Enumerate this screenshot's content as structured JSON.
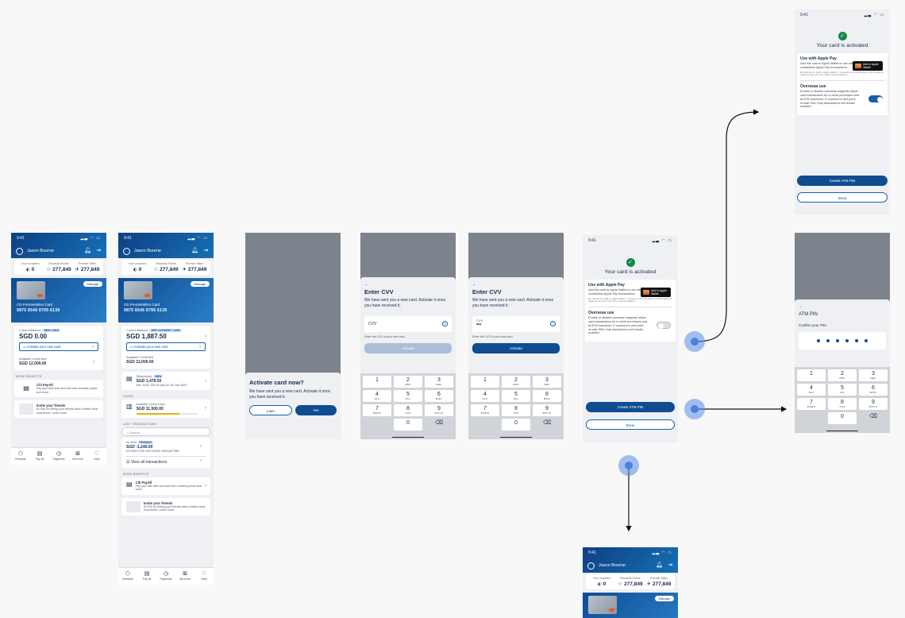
{
  "status_time": "9:41",
  "home": {
    "user_name": "Jason Bourne",
    "stats": [
      {
        "label": "Your vouchers",
        "value": "0"
      },
      {
        "label": "Rewards Points",
        "value": "277,849"
      },
      {
        "label": "Premier Miles",
        "value": "277,849"
      }
    ],
    "manage_label": "Manage",
    "card_name": "Citi PremierMiles Card",
    "card_number": "9875 8546 8795 6139",
    "current_balance_label": "Current Balance",
    "new_card_tag": "NEW CARD",
    "replacement_tag": "REPLACEMENT CARD",
    "balance_zero": "SGD 0.00",
    "balance_b": "SGD 1,887.50",
    "activate_label": "Activate your new card",
    "credit_limit_label": "Available Credit limit",
    "credit_limit_value": "SGD 12,000.00",
    "more_benefits_label": "MORE BENEFITS",
    "payall_title": "Citi PayAll",
    "payall_desc": "Pay your bills with card and earn rewards points and more.",
    "invite_title": "Invite your friends",
    "invite_desc": "$1,000 for letting your friends have a better bank experience. Learn more.",
    "statement_label": "(Statement)",
    "new_tag": "NEW",
    "statement_value": "SGD 1,478.50",
    "statement_min": "Min. SGD 100.00 due on 28 Jan 2023",
    "loans_label": "LOANS",
    "quick_cash_label": "Available Quick Cash",
    "quick_cash_value": "SGD 11,500.00",
    "last_txn_label": "LAST TRANSACTIONS",
    "search_placeholder": "Search",
    "txn_date": "04 JUN",
    "pending_tag": "PENDING",
    "txn_amount": "SGD -1,240.00",
    "txn_merchant": "ISTUDIO ION ORCHARD SINGAPORE",
    "view_all_label": "View all transactions",
    "tabs": [
      "Rewards",
      "Pay all",
      "Payments",
      "Get more",
      "Help"
    ]
  },
  "activate_sheet": {
    "title": "Activate card now?",
    "desc": "We have sent you a new card. Activate it once you have received it.",
    "later": "Later",
    "yes": "Yes"
  },
  "cvv": {
    "title": "Enter CVV",
    "desc": "We have sent you a new card. Activate it once you have received it.",
    "field_label": "CVV",
    "field_value": "•••",
    "hint": "Enter the CVV of your new card.",
    "activate": "Activate",
    "help_glyph": "?"
  },
  "keypad": [
    [
      {
        "d": "1",
        "s": ""
      },
      {
        "d": "2",
        "s": "ABC"
      },
      {
        "d": "3",
        "s": "DEF"
      }
    ],
    [
      {
        "d": "4",
        "s": "GHI"
      },
      {
        "d": "5",
        "s": "JKL"
      },
      {
        "d": "6",
        "s": "MNO"
      }
    ],
    [
      {
        "d": "7",
        "s": "PQRS"
      },
      {
        "d": "8",
        "s": "TUV"
      },
      {
        "d": "9",
        "s": "WXYZ"
      }
    ],
    [
      {
        "d": "",
        "s": ""
      },
      {
        "d": "0",
        "s": ""
      },
      {
        "d": "⌫",
        "s": ""
      }
    ]
  ],
  "success": {
    "title": "Your card is activated",
    "apple_title": "Use with Apple Pay",
    "apple_desc": "Add this card to Apple Wallet to use with contactless Apple Pay transactions.",
    "apple_fine": "By clicking on 'Add to Apple Wallet', I consent to the disclosure of information to Apple as set out in the Terms and Conditions.",
    "wallet_btn": "Add to Apple Wallet",
    "overseas_title": "Overseas use",
    "overseas_desc": "Enable or disable overseas magnetic stripe card transactions for in-store purchases and at ATM machines. E-commerce and point-of-sale EMV chip transactions will remain enabled.",
    "create_pin": "Create ATM PIN",
    "done": "Done"
  },
  "pin": {
    "title": "ATM PIN",
    "subtitle": "Confirm your PIN."
  },
  "colors": {
    "brand": "#0f4c90",
    "accent_green": "#14864a",
    "hotspot": "#4d7fe0"
  }
}
